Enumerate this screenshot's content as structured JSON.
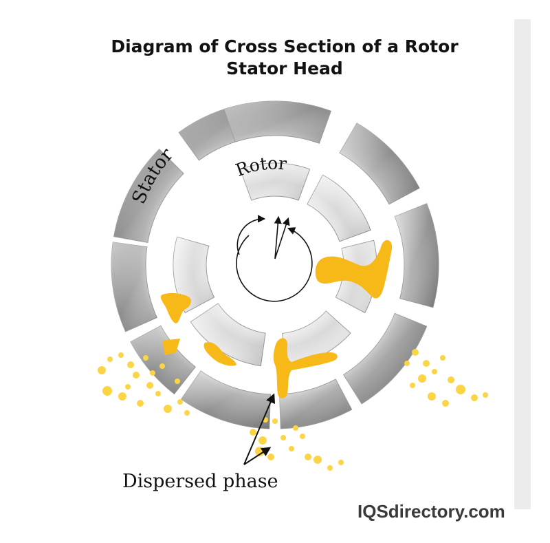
{
  "diagram": {
    "title_line1": "Diagram of Cross Section of a Rotor",
    "title_line2": "Stator Head",
    "stator_label": "Stator",
    "rotor_label": "Rotor",
    "dispersed_label": "Dispersed phase",
    "watermark": "IQSdirectory.com",
    "colors": {
      "metal_light": "#f2f2f2",
      "metal_dark": "#8e8e8e",
      "dispersed": "#f7b917",
      "droplet": "#fcd547",
      "text": "#111111",
      "watermark": "#3a3a3a"
    }
  }
}
